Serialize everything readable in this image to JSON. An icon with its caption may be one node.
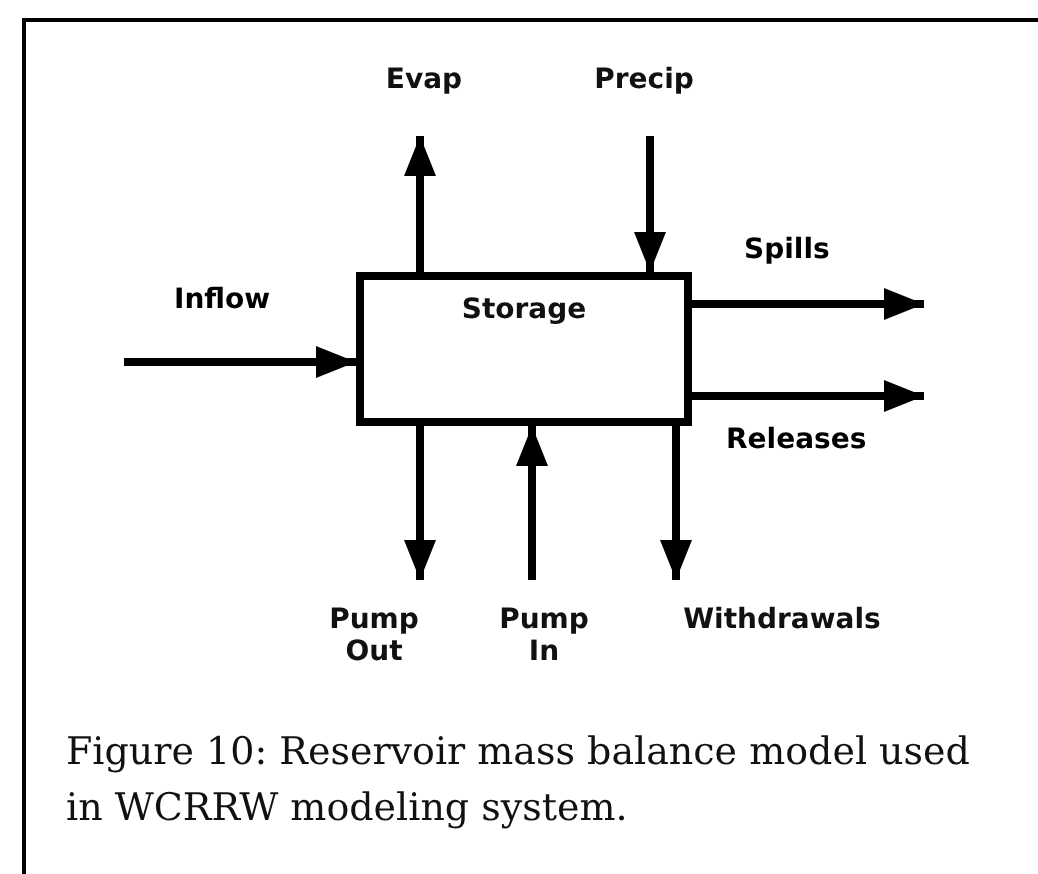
{
  "diagram": {
    "caption": "Figure 10: Reservoir mass balance model used in WCRRW modeling system.",
    "nodes": [
      {
        "text": [
          "Storage"
        ]
      },
      {
        "text": [
          "Evap"
        ]
      },
      {
        "text": [
          "Precip"
        ]
      },
      {
        "text": [
          "Pump Out"
        ]
      },
      {
        "text": [
          "Pump In"
        ]
      },
      {
        "text": [
          "Withdrawals"
        ]
      }
    ],
    "edges": [
      {
        "from": null,
        "to": 0,
        "arrow": "to",
        "label": "Inflow"
      },
      {
        "from": 0,
        "to": 1,
        "arrow": "to"
      },
      {
        "from": 2,
        "to": 0,
        "arrow": "to"
      },
      {
        "from": 0,
        "to": null,
        "arrow": "to",
        "label": "Spills"
      },
      {
        "from": 0,
        "to": null,
        "arrow": "to",
        "label": "Releases"
      },
      {
        "from": 0,
        "to": 3,
        "arrow": "to"
      },
      {
        "from": 4,
        "to": 0,
        "arrow": "to"
      },
      {
        "from": 0,
        "to": 5,
        "arrow": "to"
      }
    ]
  }
}
